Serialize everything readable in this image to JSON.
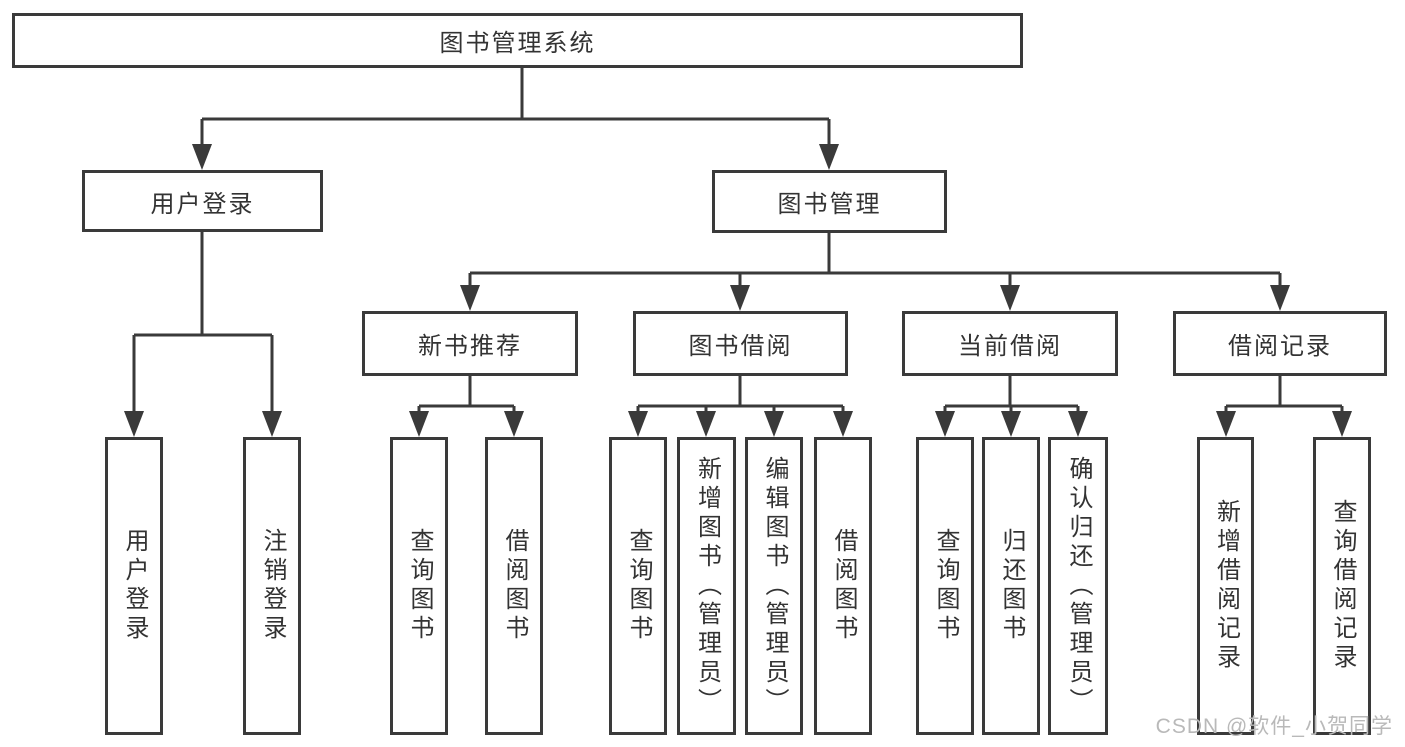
{
  "diagram_title": "图书管理系统",
  "tree": {
    "label": "图书管理系统",
    "children": [
      {
        "label": "用户登录",
        "children": [
          {
            "label": "用户登录"
          },
          {
            "label": "注销登录"
          }
        ]
      },
      {
        "label": "图书管理",
        "children": [
          {
            "label": "新书推荐",
            "children": [
              {
                "label": "查询图书"
              },
              {
                "label": "借阅图书"
              }
            ]
          },
          {
            "label": "图书借阅",
            "children": [
              {
                "label": "查询图书"
              },
              {
                "label": "新增图书（管理员）"
              },
              {
                "label": "编辑图书（管理员）"
              },
              {
                "label": "借阅图书"
              }
            ]
          },
          {
            "label": "当前借阅",
            "children": [
              {
                "label": "查询图书"
              },
              {
                "label": "归还图书"
              },
              {
                "label": "确认归还（管理员）"
              }
            ]
          },
          {
            "label": "借阅记录",
            "children": [
              {
                "label": "新增借阅记录"
              },
              {
                "label": "查询借阅记录"
              }
            ]
          }
        ]
      }
    ]
  },
  "watermark": "CSDN @软件_小贺同学",
  "colors": {
    "line": "#3a3a3a",
    "text": "#333333",
    "watermark": "#b9b9b9",
    "background": "#ffffff"
  }
}
